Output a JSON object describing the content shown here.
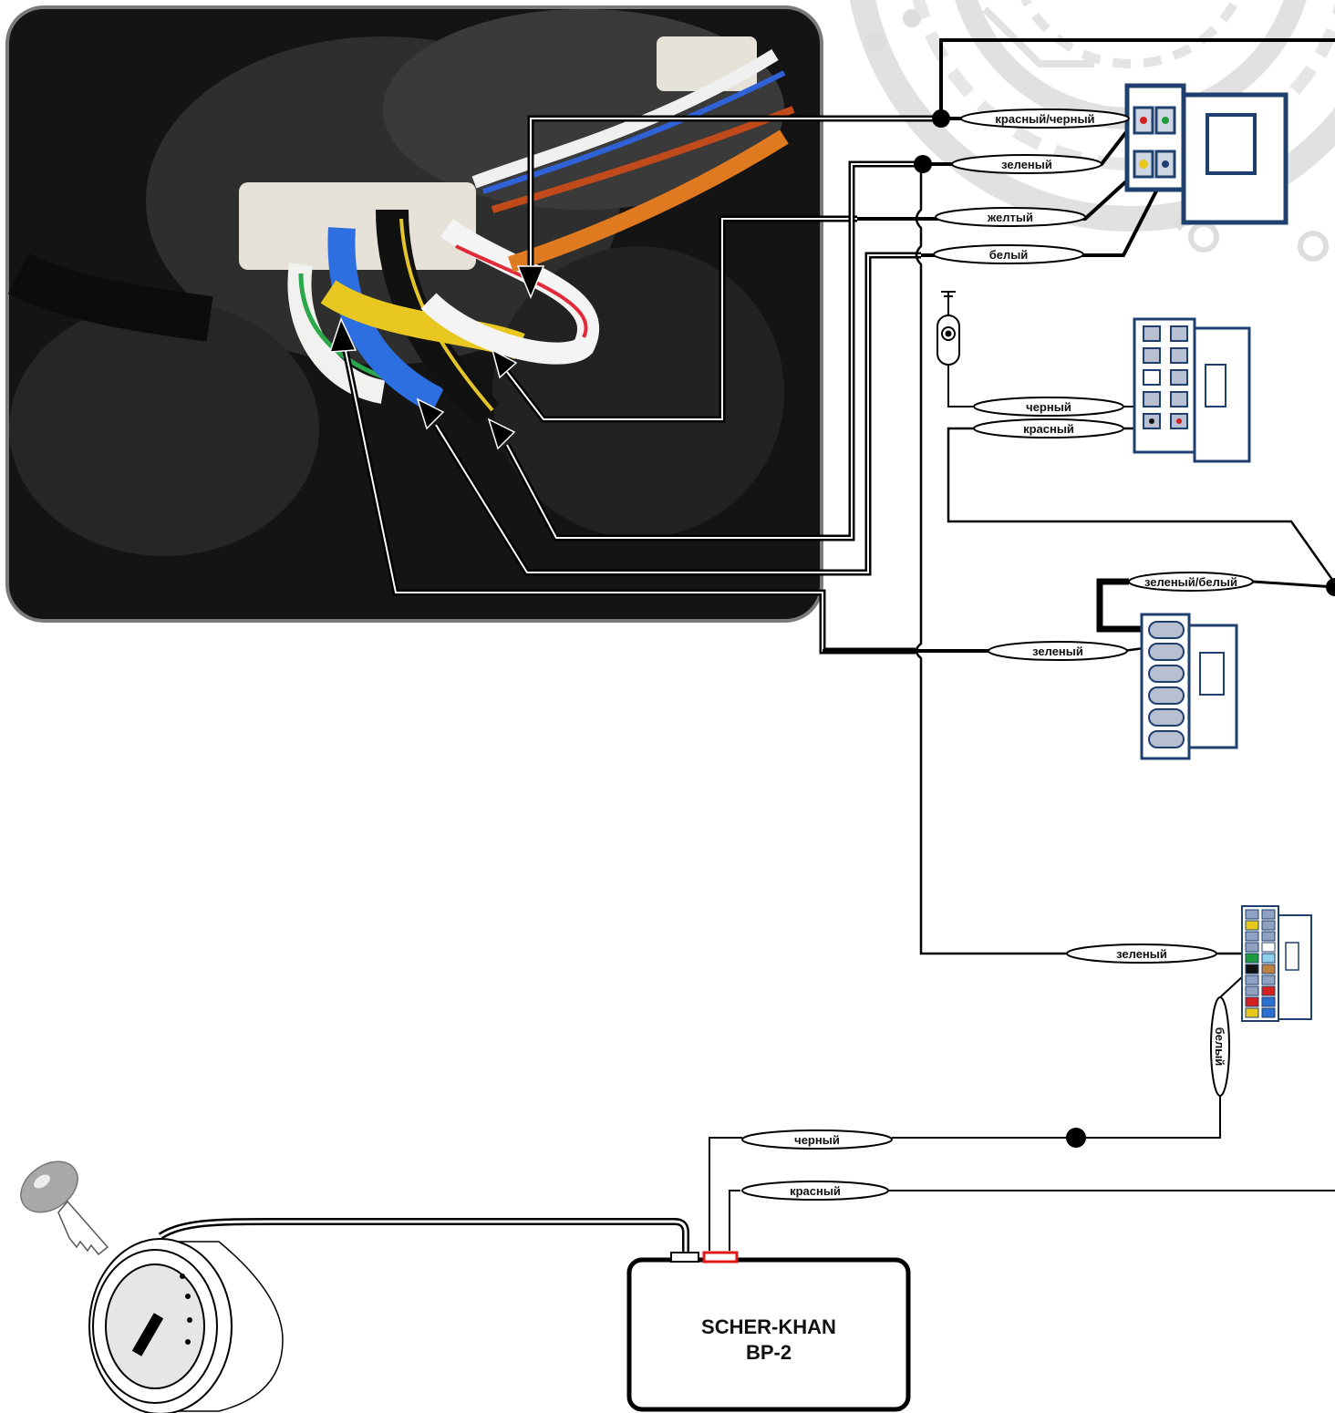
{
  "wire_labels": {
    "red_black_top": "красный/черный",
    "green_top": "зеленый",
    "yellow_top": "желтый",
    "white_top": "белый",
    "black_ground": "черный",
    "red_power": "красный",
    "green_white": "зеленый/белый",
    "green_mid": "зеленый",
    "green_low": "зеленый",
    "white_vertical": "белый",
    "black_module": "черный",
    "red_module": "красный"
  },
  "module": {
    "brand": "SCHER-KHAN",
    "model": "BP-2"
  },
  "colors": {
    "wire": "#000000",
    "connector_outline": "#1f3f6e",
    "connector_fill": "#ffffff",
    "pin_fill": "#9aa8c0",
    "circuit_bg": "#cfcfcf",
    "photo_bg": "#1a1a1a",
    "red_pin": "#d42020",
    "green_pin": "#1f9a3a",
    "yellow_pin": "#e8c81a",
    "blue_pin": "#2b6fd0",
    "white_arrow_tip": "#ffffff",
    "module_clip_red": "#e01818"
  },
  "icons": {
    "photo": "ignition-wiring-photo",
    "ground": "ground-icon",
    "key_lock": "ignition-lock-icon",
    "key": "key-icon"
  }
}
